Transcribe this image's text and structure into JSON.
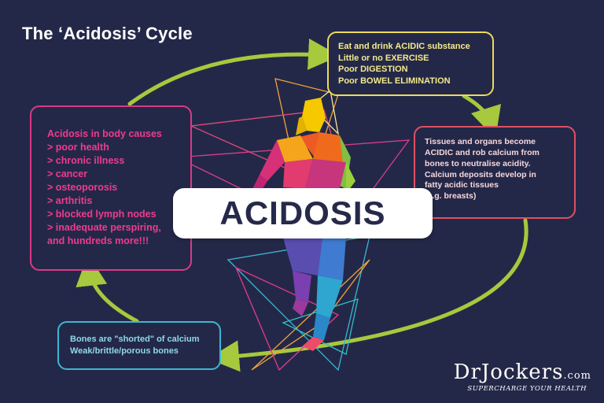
{
  "title": "The ‘Acidosis’ Cycle",
  "center_label": "ACIDOSIS",
  "boxes": {
    "top": {
      "lines": [
        "Eat and drink ACIDIC substance",
        "Little or no EXERCISE",
        "Poor DIGESTION",
        "Poor BOWEL ELIMINATION"
      ],
      "border_color": "#ecdb5c"
    },
    "right": {
      "lines": [
        "Tissues and organs become",
        "ACIDIC and rob calcium from",
        "bones to neutralise acidity.",
        "Calcium deposits develop in",
        "fatty acidic tissues",
        "(e.g. breasts)"
      ],
      "border_color": "#e04f63"
    },
    "left": {
      "lines": [
        "Acidosis in body causes",
        "> poor health",
        "> chronic illness",
        "> cancer",
        "> osteoporosis",
        "> arthritis",
        "> blocked lymph nodes",
        "> inadequate perspiring,",
        "and hundreds more!!!"
      ],
      "border_color": "#d93a86"
    },
    "bottom": {
      "lines": [
        "Bones are \"shorted\" of calcium",
        "Weak/brittle/porous bones"
      ],
      "border_color": "#3cb7d3"
    }
  },
  "logo": {
    "main": "DrJockers",
    "suffix": ".com",
    "tagline": "SUPERCHARGE YOUR HEALTH"
  },
  "colors": {
    "background": "#242848",
    "cycle_arrow": "#a6c93d"
  }
}
